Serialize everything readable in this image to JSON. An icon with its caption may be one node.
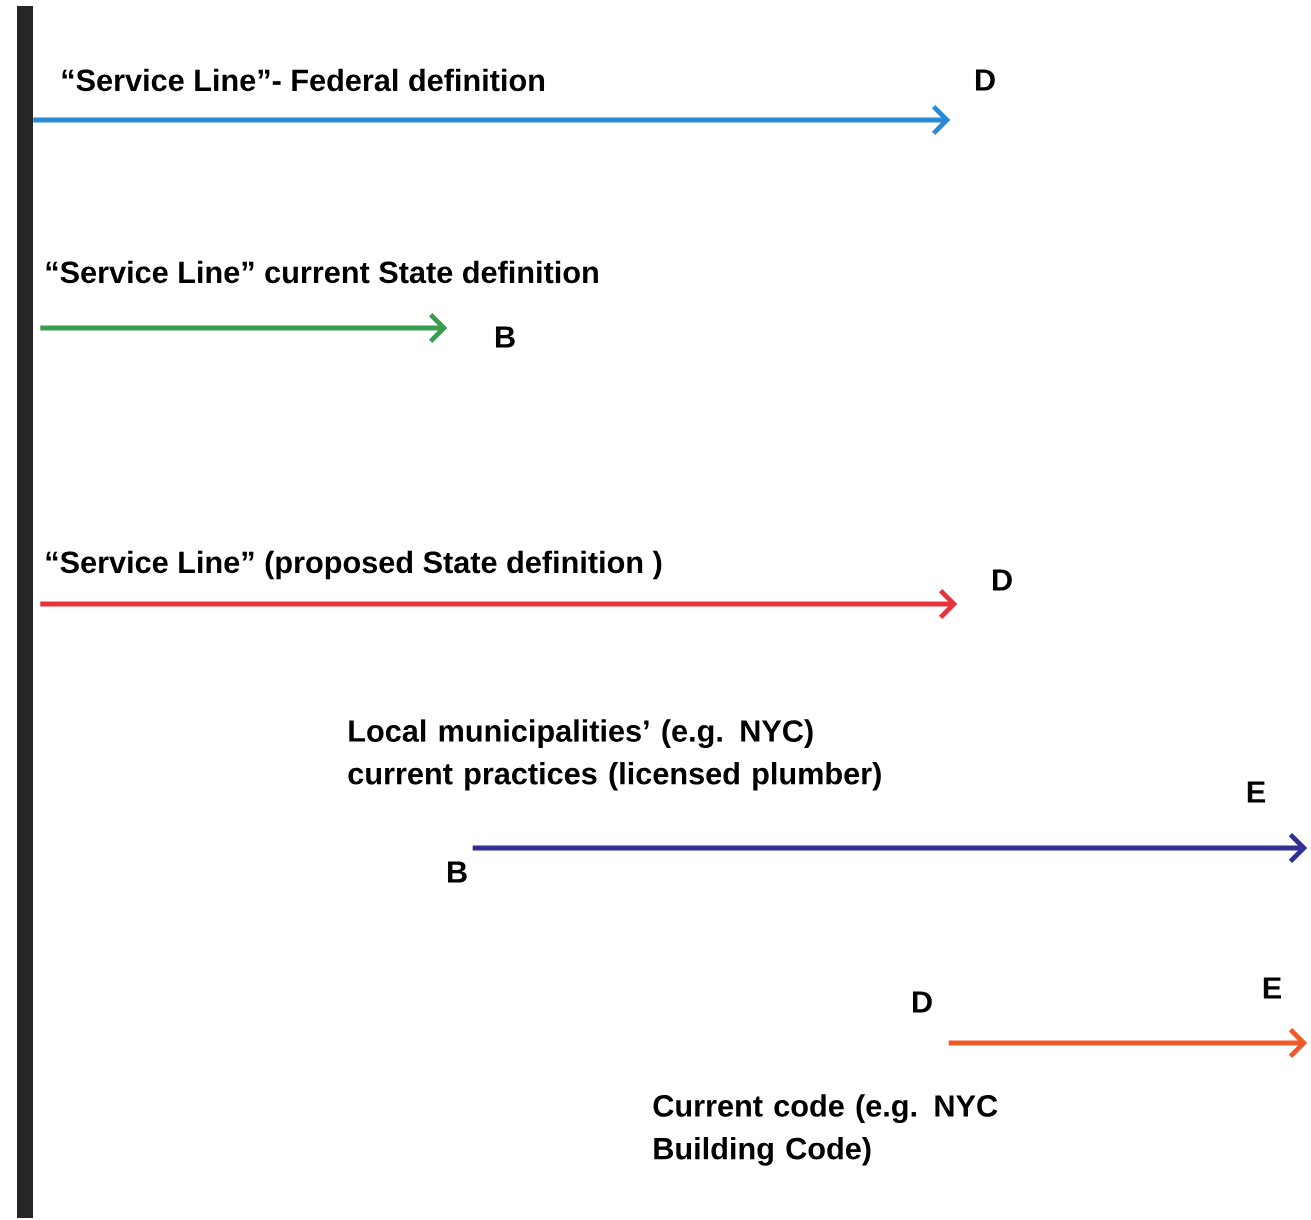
{
  "diagram": {
    "nodes": [
      {
        "text": [],
        "shape": "bar"
      },
      {
        "text": [
          "D"
        ]
      },
      {
        "text": [
          "B"
        ]
      },
      {
        "text": [
          "D"
        ]
      },
      {
        "text": [
          "B"
        ]
      },
      {
        "text": [
          "E"
        ]
      },
      {
        "text": [
          "D"
        ]
      },
      {
        "text": [
          "E"
        ]
      }
    ],
    "edges": [
      {
        "from": 0,
        "to": 1,
        "arrow": "to",
        "color": "#2b8ad6",
        "label": "“Service Line”- Federal definition"
      },
      {
        "from": 0,
        "to": 2,
        "arrow": "to",
        "color": "#3a9e50",
        "label": "“Service Line” current State definition"
      },
      {
        "from": 0,
        "to": 3,
        "arrow": "to",
        "color": "#e8323c",
        "label": "“Service Line” (proposed State definition )"
      },
      {
        "from": 4,
        "to": 5,
        "arrow": "to",
        "color": "#2e3192",
        "label": "Local municipalities’ (e.g. NYC) current practices (licensed plumber)"
      },
      {
        "from": 6,
        "to": 7,
        "arrow": "to",
        "color": "#f05a28",
        "label": "Current code (e.g. NYC Building Code)"
      }
    ]
  }
}
